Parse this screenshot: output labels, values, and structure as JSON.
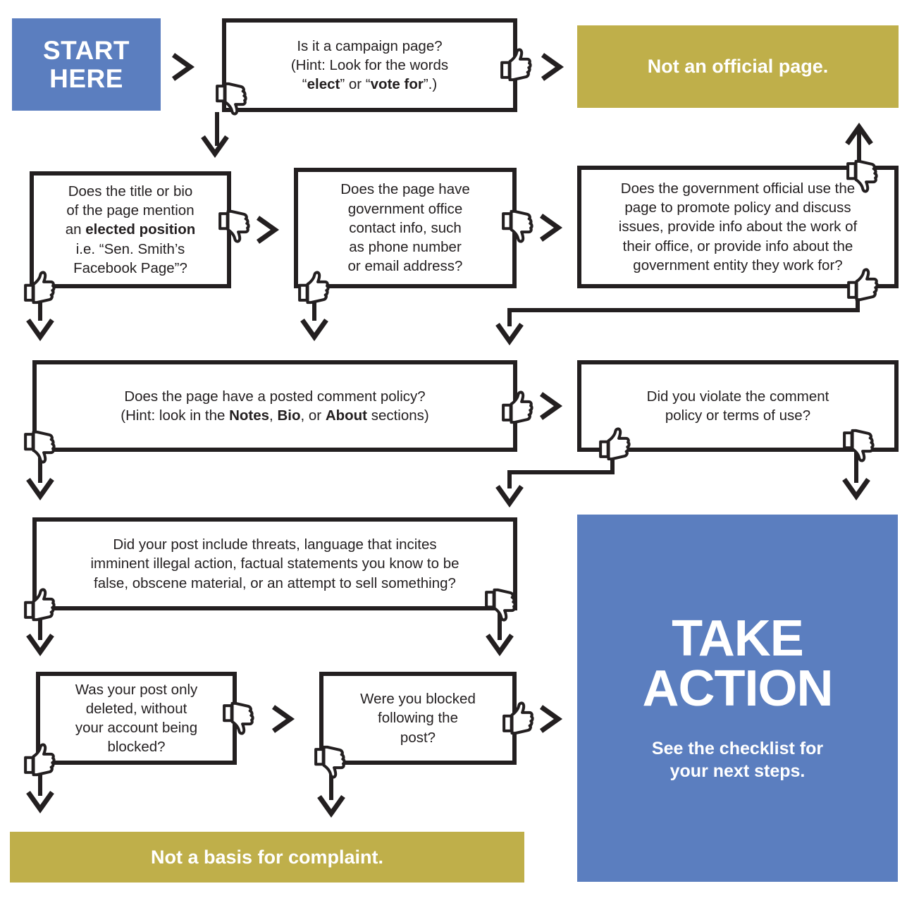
{
  "title": "Is it an official government page? flowchart",
  "colors": {
    "blue": "#5b7ebf",
    "gold": "#bfaf4a",
    "ink": "#231f20",
    "white": "#ffffff"
  },
  "terminals": {
    "start": {
      "line1": "START",
      "line2": "HERE"
    },
    "not_official": {
      "label": "Not an official page."
    },
    "take_action": {
      "title_line1": "TAKE",
      "title_line2": "ACTION",
      "subtitle_line1": "See the checklist for",
      "subtitle_line2": "your next steps."
    },
    "no_basis": {
      "label": "Not a basis for complaint."
    }
  },
  "questions": {
    "campaign": {
      "line1": "Is it a campaign page?",
      "line2": "(Hint: Look for the words",
      "line3_pre": "“",
      "line3_bold1": "elect",
      "line3_mid": "” or “",
      "line3_bold2": "vote for",
      "line3_post": "”.)"
    },
    "title_bio": {
      "line1": "Does the title or bio",
      "line2": "of the page mention",
      "line3_pre": "an ",
      "line3_bold": "elected position",
      "line4": "i.e. “Sen. Smith’s",
      "line5": "Facebook Page”?"
    },
    "contact_info": {
      "line1": "Does the page have",
      "line2": "government office",
      "line3": "contact info, such",
      "line4": "as phone number",
      "line5": "or email address?"
    },
    "promote_policy": {
      "line1": "Does the government official use the",
      "line2": "page to promote policy and discuss",
      "line3": "issues, provide info about the work of",
      "line4": "their office, or provide info about the",
      "line5": "government entity they work for?"
    },
    "comment_policy": {
      "line1": "Does the page have a posted comment policy?",
      "line2_pre": "(Hint: look in the ",
      "line2_bold1": "Notes",
      "line2_mid1": ", ",
      "line2_bold2": "Bio",
      "line2_mid2": ", or ",
      "line2_bold3": "About",
      "line2_post": " sections)"
    },
    "violate_policy": {
      "line1": "Did you violate the comment",
      "line2": "policy or terms of use?"
    },
    "threats": {
      "line1": "Did your post include threats, language that incites",
      "line2": "imminent illegal action, factual statements you know to be",
      "line3": "false, obscene material, or an attempt to sell something?"
    },
    "only_deleted": {
      "line1": "Was your post only",
      "line2": "deleted, without",
      "line3": "your account being",
      "line4": "blocked?"
    },
    "blocked_after": {
      "line1": "Were you blocked",
      "line2": "following the",
      "line3": "post?"
    }
  },
  "icons": {
    "thumbs_up": "thumbs-up-icon",
    "thumbs_down": "thumbs-down-icon",
    "arrow_right": "arrow-right-icon",
    "arrow_down": "arrow-down-icon",
    "arrow_up": "arrow-up-icon"
  }
}
